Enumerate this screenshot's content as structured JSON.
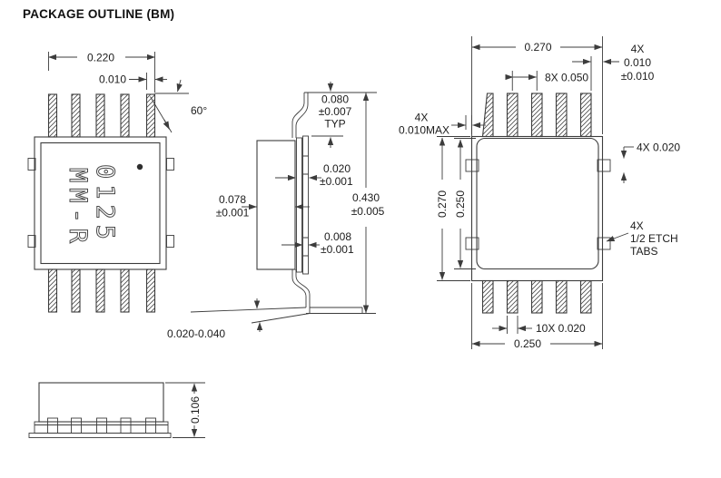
{
  "title": "PACKAGE OUTLINE (BM)",
  "colors": {
    "line": "#3c3c3c",
    "background": "#ffffff",
    "text": "#1c1c1c"
  },
  "views": {
    "top_view": {
      "marking_line1": "0125",
      "marking_line2": "MM-R",
      "lead_span": "0.220",
      "lead_width": "0.010",
      "lead_tip_angle": "60°"
    },
    "side_view": {
      "lead_length": "0.080",
      "lead_length_tol": "±0.007",
      "lead_length_qual": "TYP",
      "pad_thickness": "0.020",
      "pad_thickness_tol": "±0.001",
      "body_thickness": "0.078",
      "body_thickness_tol": "±0.001",
      "overall_width": "0.430",
      "overall_width_tol": "±0.005",
      "lead_thickness": "0.008",
      "lead_thickness_tol": "±0.001",
      "foot_standoff": "0.020-0.040"
    },
    "bottom_view": {
      "body_width": "0.270",
      "corner_lead_qty": "4X",
      "corner_lead_gap": "0.010",
      "corner_lead_gap_tol": "±0.010",
      "lead_pitch": "8X 0.050",
      "edge_gap_qty": "4X",
      "edge_gap": "0.010MAX",
      "body_height": "0.270",
      "paddle_height": "0.250",
      "tab_thickness": "4X 0.020",
      "tab_note_qty": "4X",
      "tab_note_line1": "1/2 ETCH",
      "tab_note_line2": "TABS",
      "lead_width": "10X 0.020",
      "lead_span": "0.250"
    },
    "front_view": {
      "overall_height": "0.106"
    }
  }
}
